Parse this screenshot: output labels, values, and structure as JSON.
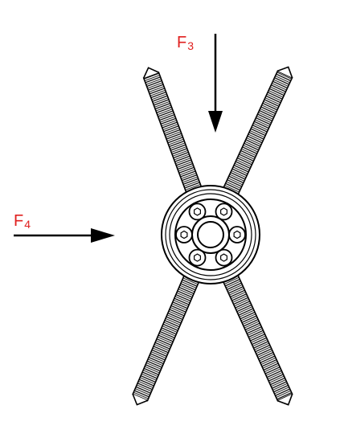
{
  "colors": {
    "label": "#e0201f",
    "ink": "#000000",
    "background": "#ffffff"
  },
  "labels": {
    "f3": {
      "letter": "F",
      "subscript": "3"
    },
    "f4": {
      "letter": "F",
      "subscript": "4"
    }
  },
  "icons": {
    "bearing": "ball-bearing-icon",
    "spring": "coil-spring-icon"
  }
}
